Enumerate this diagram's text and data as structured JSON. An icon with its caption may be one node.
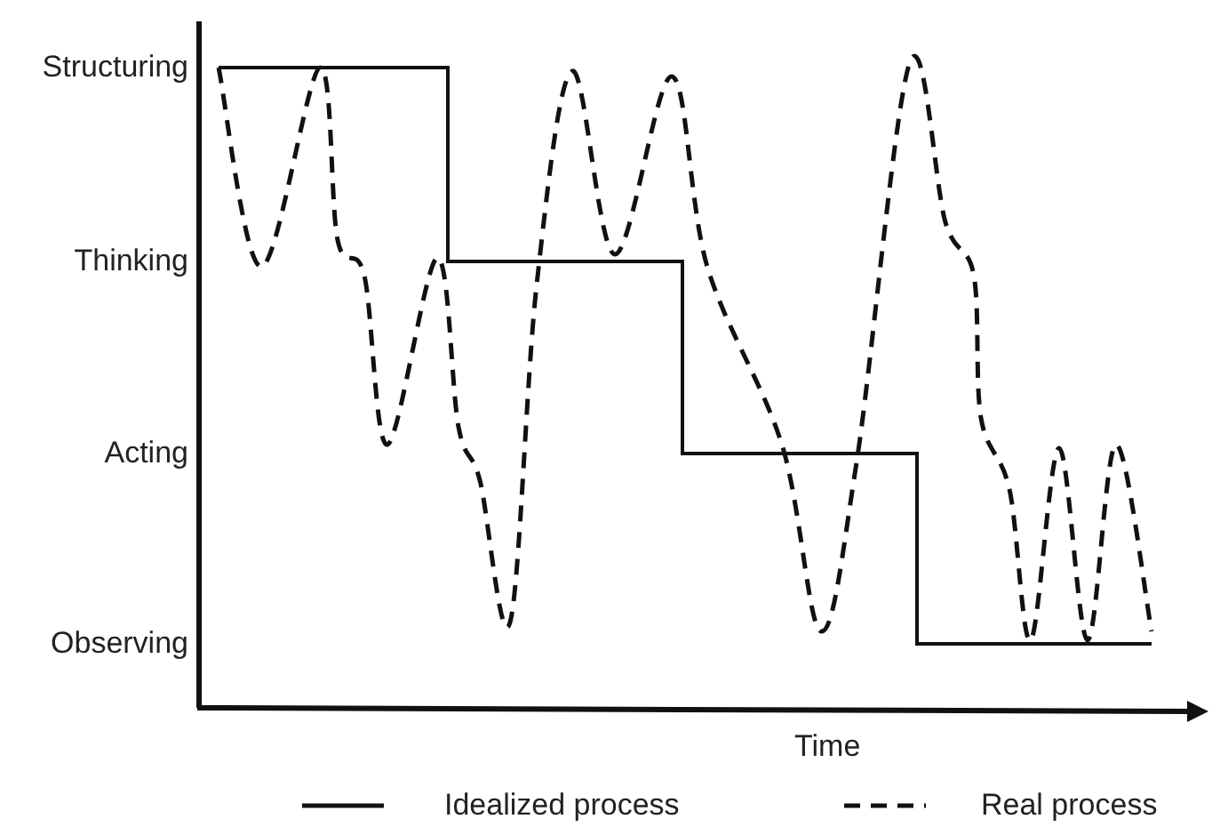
{
  "diagram": {
    "labels": [
      "Structuring",
      "Thinking",
      "Acting",
      "Observing",
      "Time"
    ],
    "legend": [
      {
        "text": "Idealized process"
      },
      {
        "text": "Real process"
      }
    ]
  }
}
